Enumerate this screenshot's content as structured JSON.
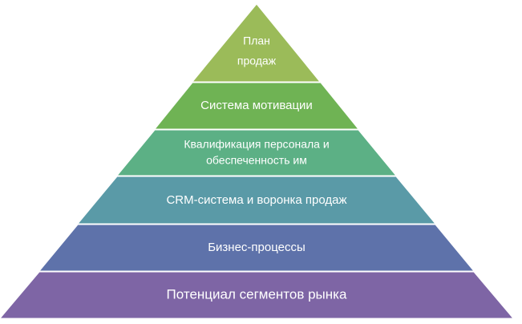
{
  "tiers": [
    {
      "lines": [
        "План",
        "продаж"
      ],
      "color": "#9bbb59"
    },
    {
      "lines": [
        "Система мотивации"
      ],
      "color": "#6fb354"
    },
    {
      "lines": [
        "Квалификация персонала и",
        "обеспеченность им"
      ],
      "color": "#5cb085"
    },
    {
      "lines": [
        "CRM-система и воронка продаж"
      ],
      "color": "#5a9aa7"
    },
    {
      "lines": [
        "Бизнес-процессы"
      ],
      "color": "#5e72aa"
    },
    {
      "lines": [
        "Потенциал сегментов рынка"
      ],
      "color": "#7e65a5"
    }
  ]
}
